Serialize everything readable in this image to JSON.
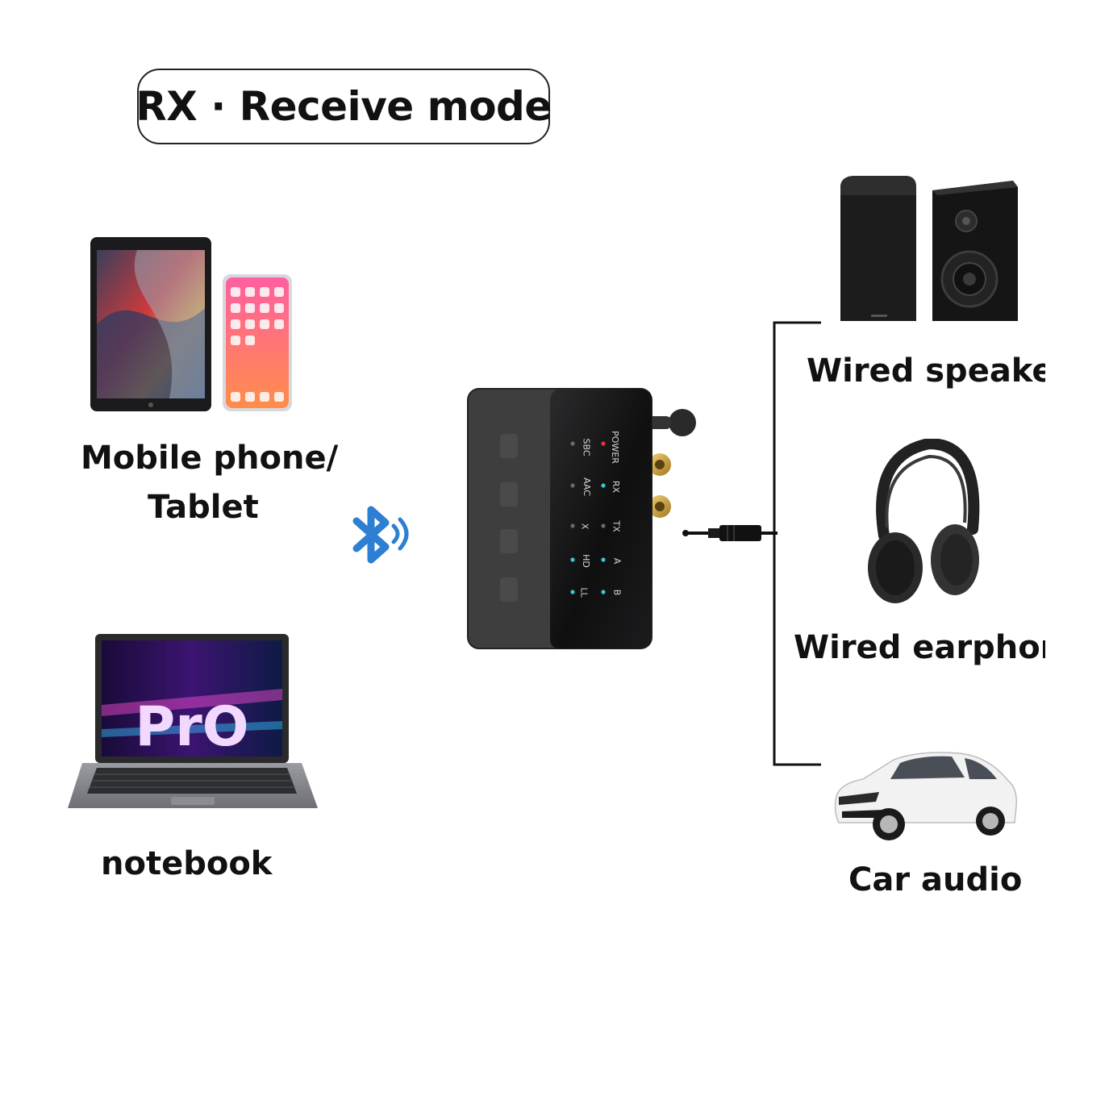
{
  "title": "RX · Receive mode",
  "sources": {
    "phone_tablet_line1": "Mobile phone/",
    "phone_tablet_line2": "Tablet",
    "laptop": "notebook",
    "laptop_screen_text": "PrO"
  },
  "outputs": {
    "speaker": "Wired speaker",
    "earphone": "Wired earphone",
    "car": "Car audio"
  },
  "device": {
    "indicators_row1": [
      "POWER",
      "RX",
      "TX",
      "A",
      "B"
    ],
    "indicators_row2": [
      "SBC",
      "AAC",
      "X",
      "HD",
      "LL"
    ],
    "led_colors": {
      "power": "#e0393b",
      "status": "#3bc9c9",
      "off": "#6a6a6a"
    }
  },
  "colors": {
    "bluetooth": "#2d7fd3",
    "line": "#111111"
  },
  "icons": [
    "bluetooth-signal-icon",
    "audio-jack-icon"
  ]
}
